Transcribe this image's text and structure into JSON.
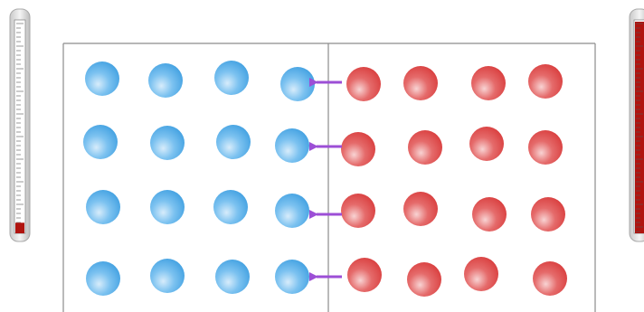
{
  "diagram": {
    "rows": 4,
    "left_chamber": {
      "particles_per_row": 4,
      "particle_color": "#3d9ee0",
      "particle_highlight": "#d7ecfb"
    },
    "right_chamber": {
      "particles_per_row": 4,
      "particle_color": "#d83a3a",
      "particle_highlight": "#f8d3d3"
    },
    "arrow_color": "#9c4fd6",
    "arrow_direction": "right-to-left",
    "thermometers": {
      "left": {
        "fill_level": 0.05,
        "fill_color": "#b0140f"
      },
      "right": {
        "fill_level": 1.0,
        "fill_color": "#b0140f"
      }
    }
  }
}
